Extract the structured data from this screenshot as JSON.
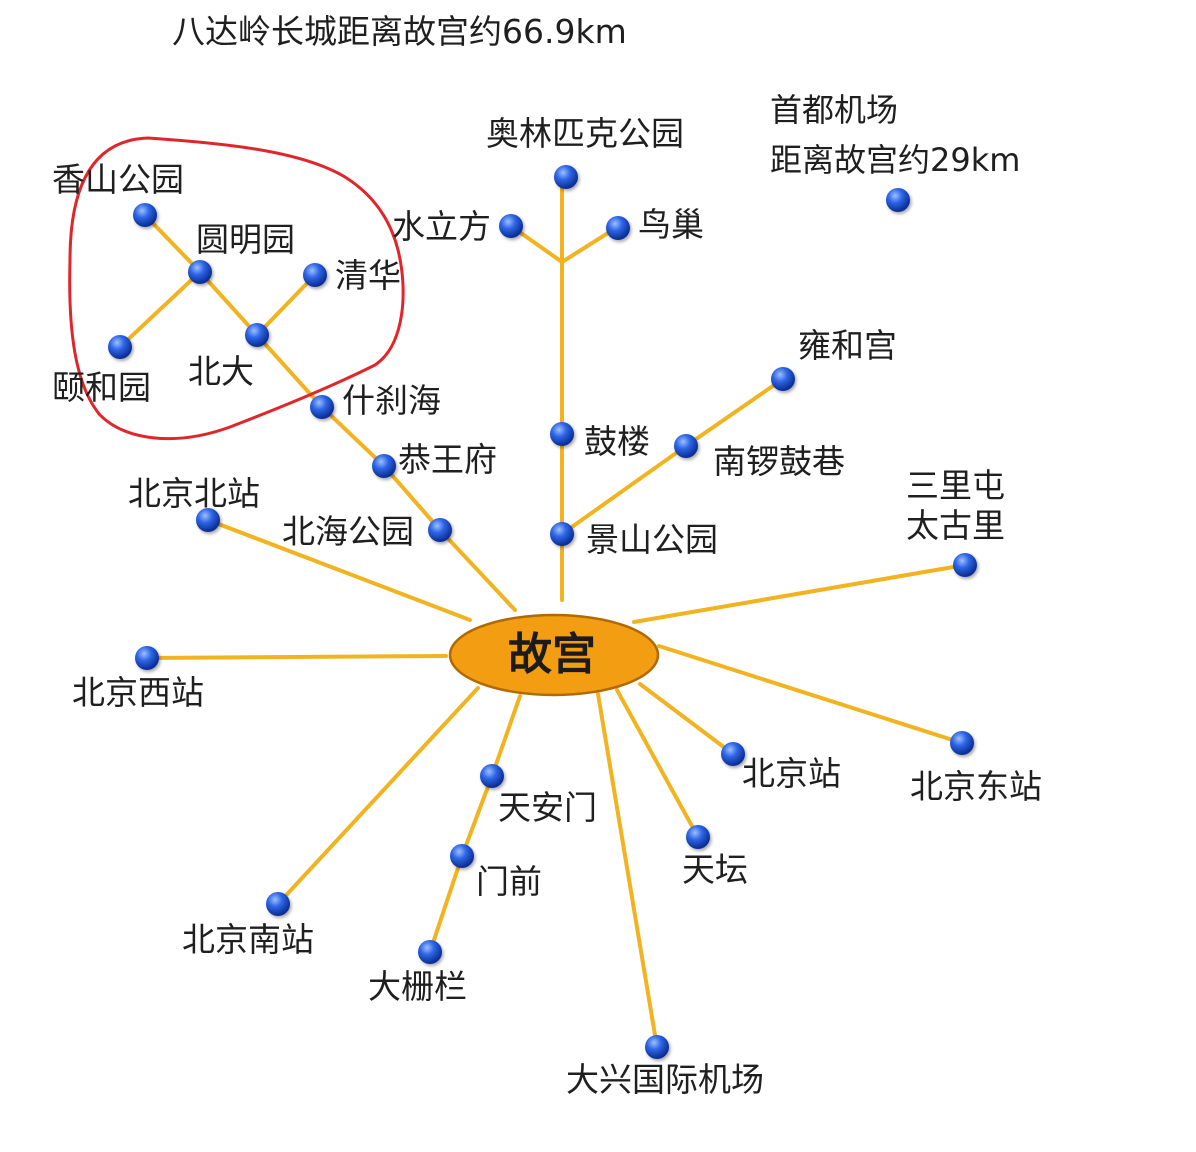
{
  "title": "八达岭长城距离故宫约66.9km",
  "airport_note": [
    "首都机场",
    "距离故宫约29km"
  ],
  "center": "故宫",
  "colors": {
    "line": "#f2b320",
    "node": "#1f57d6",
    "center_fill": "#f29d12",
    "center_stroke": "#b06a00",
    "circle": "#e0262b"
  },
  "labels": {
    "xiangshan": "香山公园",
    "yuanmingyuan": "圆明园",
    "qinghua": "清华",
    "beida": "北大",
    "yiheyuan": "颐和园",
    "olympic": "奥林匹克公园",
    "shuilifang": "水立方",
    "niaochao": "鸟巢",
    "shichahai": "什刹海",
    "gongwangfu": "恭王府",
    "beihai": "北海公园",
    "gulou": "鼓楼",
    "nanluogu": "南锣鼓巷",
    "yonghegong": "雍和宫",
    "jingshan": "景山公园",
    "bj_north": "北京北站",
    "bj_west": "北京西站",
    "sanlitun": "三里屯\n太古里",
    "bj_east": "北京东站",
    "bj_station": "北京站",
    "tiantan": "天坛",
    "tiananmen": "天安门",
    "qianmen": "门前",
    "dashilan": "大栅栏",
    "bj_south": "北京南站",
    "daxing": "大兴国际机场"
  }
}
